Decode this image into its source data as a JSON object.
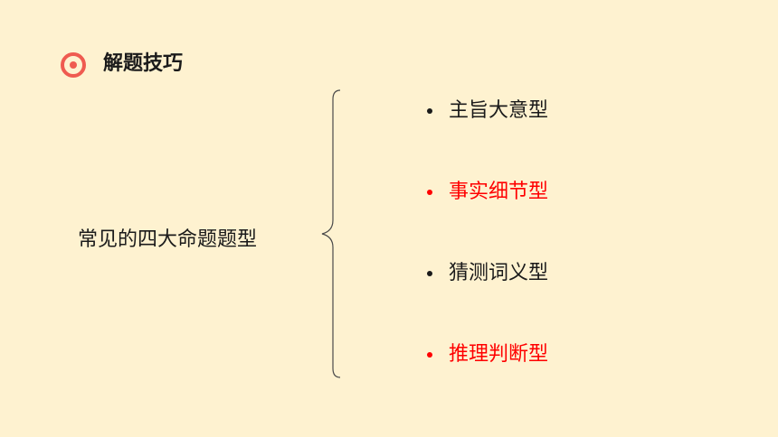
{
  "header": {
    "title": "解题技巧",
    "icon": "target-icon",
    "icon_color": "#ef5b50"
  },
  "main": {
    "label": "常见的四大命题题型"
  },
  "question_types": [
    {
      "label": "主旨大意型",
      "color": "#1a1a1a"
    },
    {
      "label": "事实细节型",
      "color": "#ff0000"
    },
    {
      "label": "猜测词义型",
      "color": "#1a1a1a"
    },
    {
      "label": "推理判断型",
      "color": "#ff0000"
    }
  ]
}
